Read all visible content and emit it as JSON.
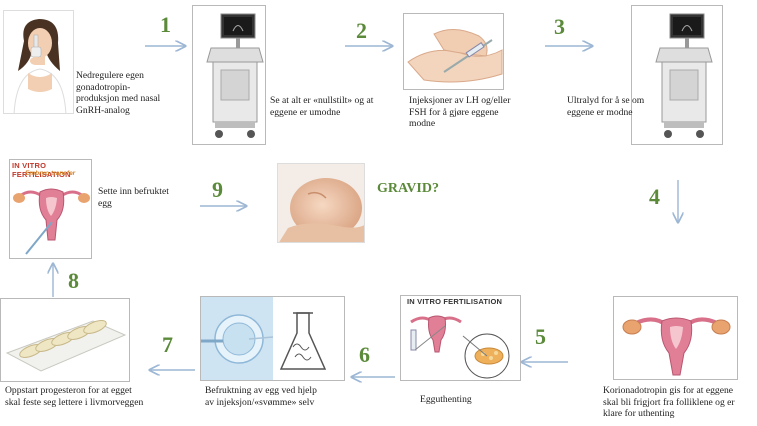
{
  "steps": [
    {
      "number": "1",
      "caption": "Nedregulere egen\ngonadotropin-\nproduksjon med nasal\nGnRH-analog"
    },
    {
      "number": "2",
      "caption": "Se at alt er «nullstilt» og at\neggene er umodne"
    },
    {
      "number": "3",
      "caption": "Injeksjoner av LH og/eller\nFSH for å gjøre eggene\nmodne"
    },
    {
      "number": "4",
      "caption": "Ultralyd for å se om\neggene er modne"
    },
    {
      "number": "5",
      "caption": "Korionadotropin gis for at eggene\nskal bli frigjort fra folliklene og er\nklare for uthenting"
    },
    {
      "number": "6",
      "caption": "Egguthenting"
    },
    {
      "number": "7",
      "caption": "Befruktning av egg ved hjelp\nav injeksjon/«svømme» selv"
    },
    {
      "number": "8",
      "caption": "Oppstart progesteron for at egget\nskal feste seg lettere i livmorveggen"
    },
    {
      "number": "9",
      "caption": "Sette inn befruktet\negg"
    }
  ],
  "outcome": "GRAVID?",
  "figure_labels": {
    "ivf_title_top": "IN VITRO FERTILISATION",
    "ivf_subtitle": "Embryo transfer",
    "ivf_title_bottom": "IN VITRO FERTILISATION"
  },
  "colors": {
    "number_green": "#5b8a3a",
    "arrow_blue": "#9cb6d4",
    "ivf_red": "#c0392b"
  }
}
